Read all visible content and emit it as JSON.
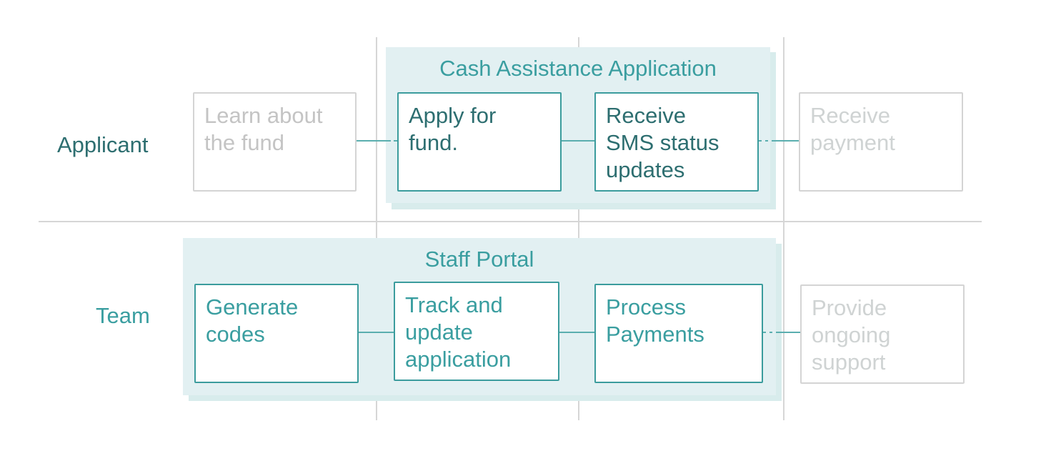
{
  "lanes": {
    "applicant": "Applicant",
    "team": "Team"
  },
  "groups": {
    "cash": "Cash Assistance Application",
    "staff": "Staff Portal"
  },
  "applicant_steps": {
    "learn": "Learn about\nthe fund",
    "apply": "Apply for\nfund.",
    "sms": "Receive\nSMS status\nupdates",
    "payment": "Receive\npayment"
  },
  "team_steps": {
    "codes": "Generate\ncodes",
    "track": "Track and\nupdate\napplication",
    "process": "Process\nPayments",
    "support": "Provide\nongoing\nsupport"
  },
  "colors": {
    "accent": "#3a9ea0",
    "dark_accent": "#2d6e70",
    "group_fill": "#e2f0f2",
    "faded_text": "#c4c4c4",
    "divider": "#d6d6d6"
  }
}
